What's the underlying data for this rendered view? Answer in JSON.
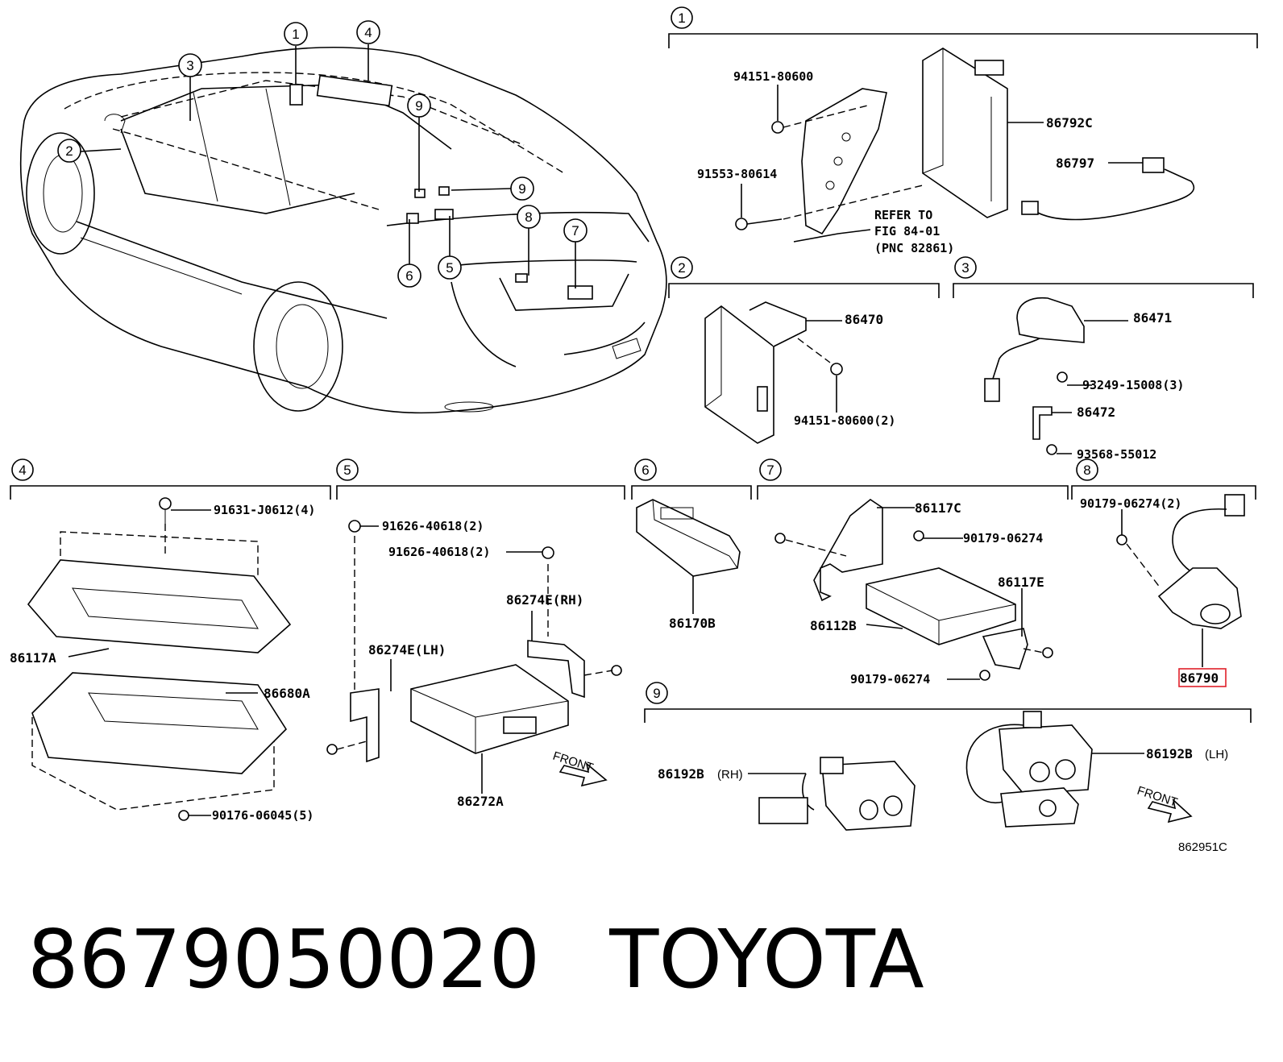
{
  "callouts": {
    "car": [
      "1",
      "4",
      "3",
      "2",
      "9",
      "9",
      "8",
      "7",
      "6",
      "5"
    ],
    "sections": [
      "1",
      "2",
      "3",
      "4",
      "5",
      "6",
      "7",
      "8",
      "9"
    ]
  },
  "parts": {
    "s1": {
      "p1": "94151-80600",
      "p2": "86792C",
      "p3": "91553-80614",
      "p4": "86797",
      "ref1": "REFER TO",
      "ref2": "FIG 84-01",
      "ref3": "(PNC 82861)"
    },
    "s2": {
      "p1": "86470",
      "p2": "94151-80600(2)"
    },
    "s3": {
      "p1": "86471",
      "p2": "93249-15008(3)",
      "p3": "86472",
      "p4": "93568-55012"
    },
    "s4": {
      "p1": "91631-J0612(4)",
      "p2": "86117A",
      "p3": "86680A",
      "p4": "90176-06045(5)"
    },
    "s5": {
      "p1": "91626-40618(2)",
      "p2": "91626-40618(2)",
      "p3": "86274E(RH)",
      "p4": "86274E(LH)",
      "p5": "86272A",
      "front": "FRONT"
    },
    "s6": {
      "p1": "86170B"
    },
    "s7": {
      "p1": "86117C",
      "p2": "90179-06274",
      "p3": "86117E",
      "p4": "86112B",
      "p5": "90179-06274"
    },
    "s8": {
      "p1": "90179-06274(2)",
      "p2": "86790"
    },
    "s9": {
      "p1": "86192B",
      "p1_side": "(RH)",
      "p2": "86192B",
      "p2_side": "(LH)",
      "front": "FRONT"
    }
  },
  "diagram_code": "862951C",
  "footer": {
    "part_number": "8679050020",
    "brand": "TOYOTA"
  },
  "highlight_color": "#e0202a"
}
